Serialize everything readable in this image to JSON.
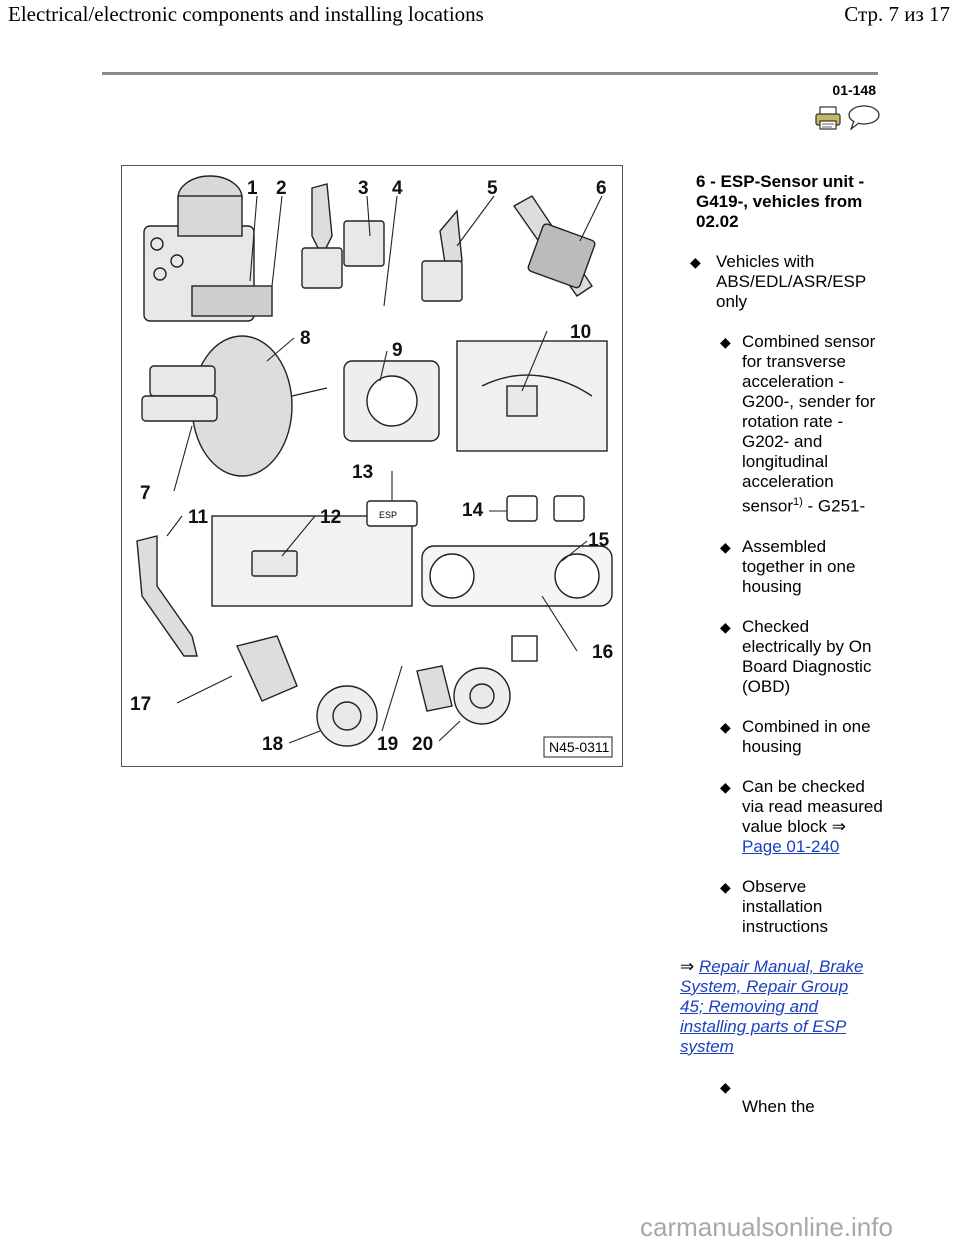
{
  "header": {
    "title": "Electrical/electronic components and installing locations",
    "page_info": "Стр. 7 из 17"
  },
  "page_number": "01-148",
  "icons": {
    "print": "printer-icon",
    "comment": "speech-bubble-icon"
  },
  "figure": {
    "code": "N45-0311",
    "callouts": [
      "1",
      "2",
      "3",
      "4",
      "5",
      "6",
      "7",
      "8",
      "9",
      "10",
      "11",
      "12",
      "13",
      "14",
      "15",
      "16",
      "17",
      "18",
      "19",
      "20"
    ],
    "switch_label": "ESP"
  },
  "content": {
    "item_heading": "6 - ESP-Sensor unit -G419-, vehicles from 02.02",
    "level1": "Vehicles with ABS/EDL/ASR/ESP only",
    "bullet1_a": "Combined sensor for transverse acceleration -G200-, sender for rotation rate -G202- and longitudinal acceleration sensor",
    "bullet1_sup": "1)",
    "bullet1_b": " - G251-",
    "bullet2": "Assembled together in one housing",
    "bullet3": "Checked electrically by On Board Diagnostic (OBD)",
    "bullet4": "Combined in one housing",
    "bullet5_text": "Can be checked via read measured value block ⇒",
    "bullet5_link": "Page 01-240",
    "bullet6": "Observe installation instructions",
    "ref_arrow": "⇒",
    "ref_link": "Repair Manual, Brake System, Repair Group 45; Removing and installing parts of ESP system",
    "bullet7": "When the"
  },
  "footer": {
    "watermark": "carmanualsonline.info"
  }
}
